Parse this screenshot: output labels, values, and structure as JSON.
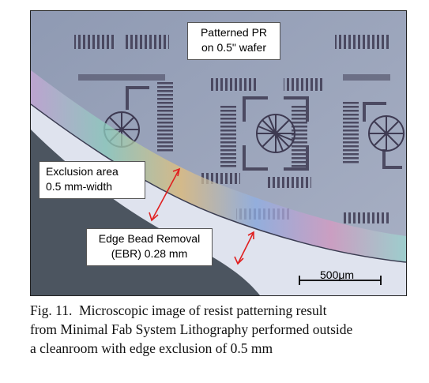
{
  "figure": {
    "callouts": {
      "patterned_pr": [
        "Patterned PR",
        "on 0.5\" wafer"
      ],
      "exclusion": [
        "Exclusion area",
        "0.5 mm-width"
      ],
      "ebr": [
        "Edge Bead Removal",
        "(EBR) 0.28 mm"
      ]
    },
    "scale_bar_label": "500μm"
  },
  "caption": {
    "lines": [
      "Fig. 11.  Microscopic image of resist patterning result",
      "from Minimal Fab System Lithography performed outside",
      "a cleanroom with edge exclusion of 0.5 mm"
    ]
  }
}
